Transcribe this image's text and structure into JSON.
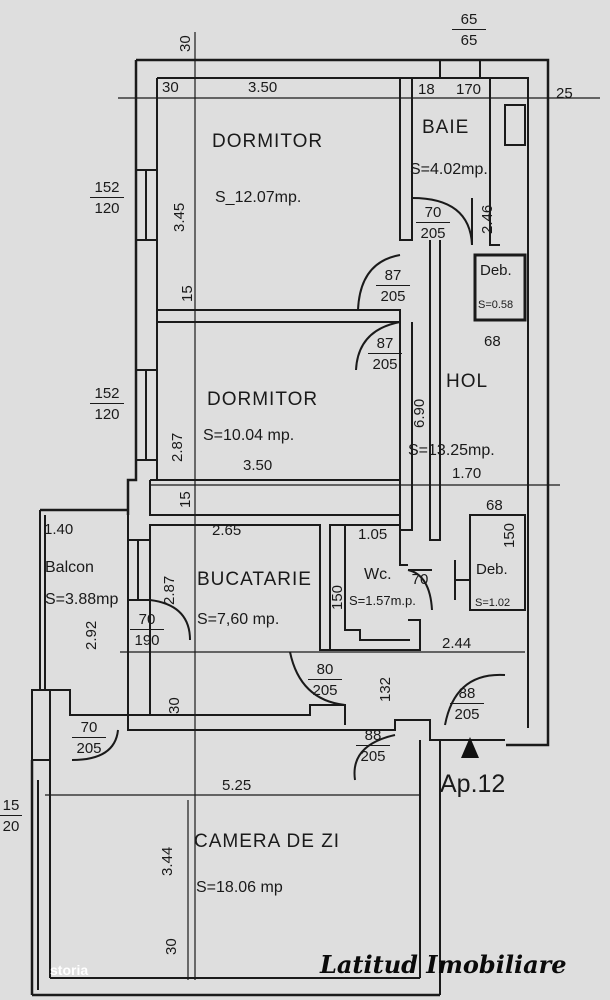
{
  "rooms": {
    "dormitor1": {
      "name": "DORMITOR",
      "area": "S_12.07mp."
    },
    "baie": {
      "name": "BAIE",
      "area": "S=4.02mp."
    },
    "dormitor2": {
      "name": "DORMITOR",
      "area": "S=10.04 mp."
    },
    "hol": {
      "name": "HOL",
      "area": "S=13.25mp."
    },
    "deb1": {
      "name": "Deb.",
      "area": "S=0.58"
    },
    "bucatarie": {
      "name": "BUCATARIE",
      "area": "S=7,60 mp."
    },
    "wc": {
      "name": "Wc.",
      "area": "S=1.57m.p."
    },
    "deb2": {
      "name": "Deb.",
      "area": "S=1.02"
    },
    "balcon": {
      "name": "Balcon",
      "area": "S=3.88mp"
    },
    "camera": {
      "name": "CAMERA DE ZI",
      "area": "S=18.06 mp"
    }
  },
  "dimensions": {
    "top_30": "30",
    "top_30b": "30",
    "top_350": "3.50",
    "top_18": "18",
    "top_170": "170",
    "right_25": "25",
    "v_345": "3.45",
    "v_15a": "15",
    "v_246": "2.46",
    "h_68a": "68",
    "v_690": "6.90",
    "v_287a": "2.87",
    "h_350b": "3.50",
    "h_170b": "1.70",
    "v_15b": "15",
    "h_68b": "68",
    "v_150a": "150",
    "h_140": "1.40",
    "h_265": "2.65",
    "h_105": "1.05",
    "v_287b": "2.87",
    "v_150b": "150",
    "v_292": "2.92",
    "h_244": "2.44",
    "v_132": "132",
    "v_30c": "30",
    "h_525": "5.25",
    "v_344": "3.44",
    "v_30d": "30",
    "v_30top": "30"
  },
  "fractions": {
    "win_top": {
      "top": "65",
      "bottom": "65"
    },
    "win_left1": {
      "top": "152",
      "bottom": "120"
    },
    "win_left2": {
      "top": "152",
      "bottom": "120"
    },
    "door_baie": {
      "top": "70",
      "bottom": "205"
    },
    "door_dorm1": {
      "top": "87",
      "bottom": "205"
    },
    "door_dorm2": {
      "top": "87",
      "bottom": "205"
    },
    "door_wc": {
      "top": "70",
      "bottom": ""
    },
    "door_balcon": {
      "top": "70",
      "bottom": "190"
    },
    "door_buc": {
      "top": "80",
      "bottom": "205"
    },
    "door_cam": {
      "top": "88",
      "bottom": "205"
    },
    "door_entry": {
      "top": "88",
      "bottom": "205"
    },
    "door_balcon2": {
      "top": "70",
      "bottom": "205"
    },
    "win_left3": {
      "top": "15",
      "bottom": "20"
    }
  },
  "apartment": "Ap.12",
  "brand": "Latitud Imobiliare",
  "watermark": "storia"
}
